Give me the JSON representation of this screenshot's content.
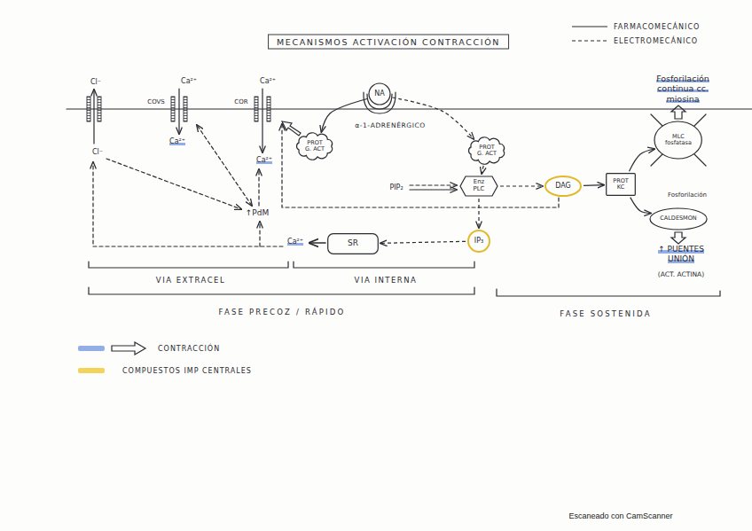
{
  "diagram": {
    "title": "MECANISMOS ACTIVACIÓN CONTRACCIÓN",
    "nodes": [
      {
        "text": [
          "NA"
        ]
      },
      {
        "text": [
          "PROT G. ACT"
        ]
      },
      {
        "text": [
          "PROT G. ACT"
        ]
      },
      {
        "text": [
          "Enz PLC"
        ]
      },
      {
        "text": [
          "DAG"
        ]
      },
      {
        "text": [
          "PROT KC"
        ]
      },
      {
        "text": [
          "SR"
        ]
      },
      {
        "text": [
          "IP₃"
        ]
      },
      {
        "text": [
          "MLC fosfatasa"
        ]
      },
      {
        "text": [
          "CALDESMON"
        ]
      }
    ],
    "edges": [
      {
        "from": 0,
        "to": 1,
        "arrow": "to"
      },
      {
        "from": 0,
        "to": 2,
        "arrow": "to"
      },
      {
        "from": 2,
        "to": 3,
        "arrow": "to"
      },
      {
        "from": 3,
        "to": 4,
        "arrow": "to"
      },
      {
        "from": 4,
        "to": 5,
        "arrow": "to"
      },
      {
        "from": 5,
        "to": 8,
        "arrow": "to"
      },
      {
        "from": 5,
        "to": 9,
        "arrow": "to"
      },
      {
        "from": 3,
        "to": 7,
        "arrow": "to"
      },
      {
        "from": 7,
        "to": 6,
        "arrow": "to"
      }
    ],
    "labels": [
      "Cl⁻",
      "COVS",
      "Ca²⁺",
      "COR",
      "Ca²⁺",
      "Cl⁻",
      "Ca²⁺",
      "Ca²⁺",
      "α-1-ADRENÉRGICO",
      "PIP₂",
      "↑PdM",
      "Ca²⁺",
      "Fosforilación continua cc. miosina",
      "Fosforilación",
      "↑ PUENTES UNIÓN",
      "(ACT. ACTINA)",
      "VIA EXTRACEL",
      "VIA INTERNA",
      "FASE PRECOZ / RÁPIDO",
      "FASE SOSTENIDA",
      "Escaneado con CamScanner"
    ],
    "legend": [
      {
        "text": "FARMACOMECÁNICO"
      },
      {
        "text": "ELECTROMECÁNICO"
      },
      {
        "text": "CONTRACCIÓN",
        "color": "#93aee6"
      },
      {
        "text": "COMPUESTOS IMP CENTRALES",
        "color": "#f3d35a"
      }
    ]
  }
}
